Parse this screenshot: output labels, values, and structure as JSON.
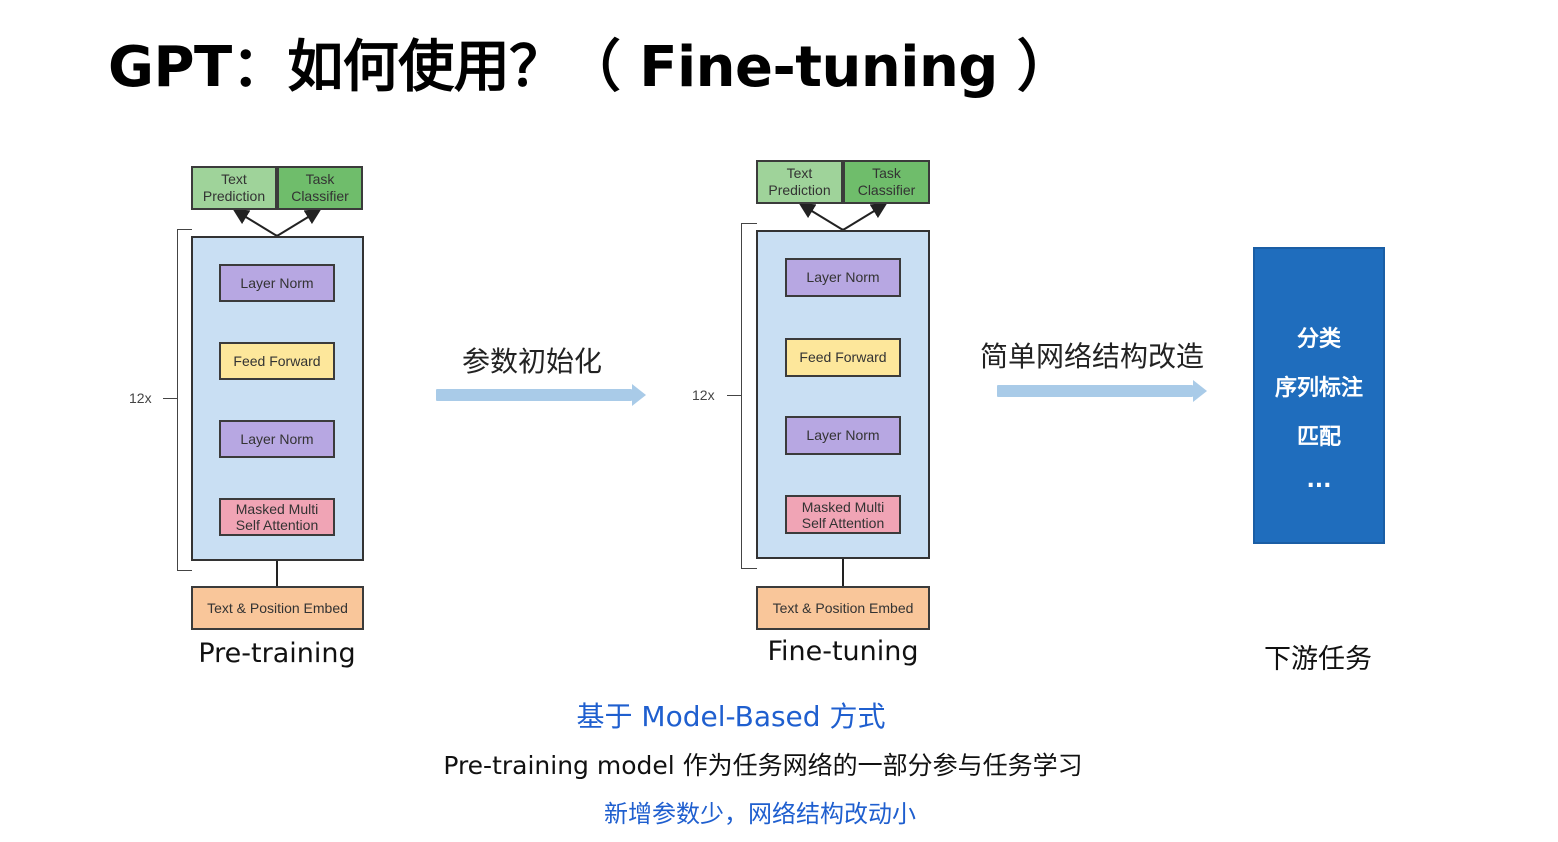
{
  "title": "GPT：如何使用？（ Fine-tuning ）",
  "colors": {
    "arrow": "#a9cbe8",
    "task_box": "#1f6dbd",
    "blue_text": "#1f5fcf",
    "layer_norm": "#b7a7e2",
    "feed_forward": "#fde79b",
    "attention": "#f0a4b5",
    "embed": "#f9c69a",
    "head": "#9fd39a",
    "stack_bg": "#c9dff3"
  },
  "pretrain": {
    "head_left": "Text\nPrediction",
    "head_right": "Task\nClassifier",
    "layer_norm_top": "Layer Norm",
    "feed_forward": "Feed Forward",
    "layer_norm_bottom": "Layer Norm",
    "attention": "Masked Multi\nSelf Attention",
    "embed": "Text & Position Embed",
    "repeat": "12x",
    "caption": "Pre-training"
  },
  "finetune": {
    "head_left": "Text\nPrediction",
    "head_right": "Task\nClassifier",
    "layer_norm_top": "Layer Norm",
    "feed_forward": "Feed Forward",
    "layer_norm_bottom": "Layer Norm",
    "attention": "Masked Multi\nSelf Attention",
    "embed": "Text & Position Embed",
    "repeat": "12x",
    "caption": "Fine-tuning"
  },
  "arrow1_label": "参数初始化",
  "arrow2_label": "简单网络结构改造",
  "downstream": {
    "items": [
      "分类",
      "序列标注",
      "匹配",
      "..."
    ],
    "caption": "下游任务"
  },
  "notes": {
    "line1": "基于 Model-Based 方式",
    "line2": "Pre-training model 作为任务网络的一部分参与任务学习",
    "line3": "新增参数少，网络结构改动小"
  }
}
